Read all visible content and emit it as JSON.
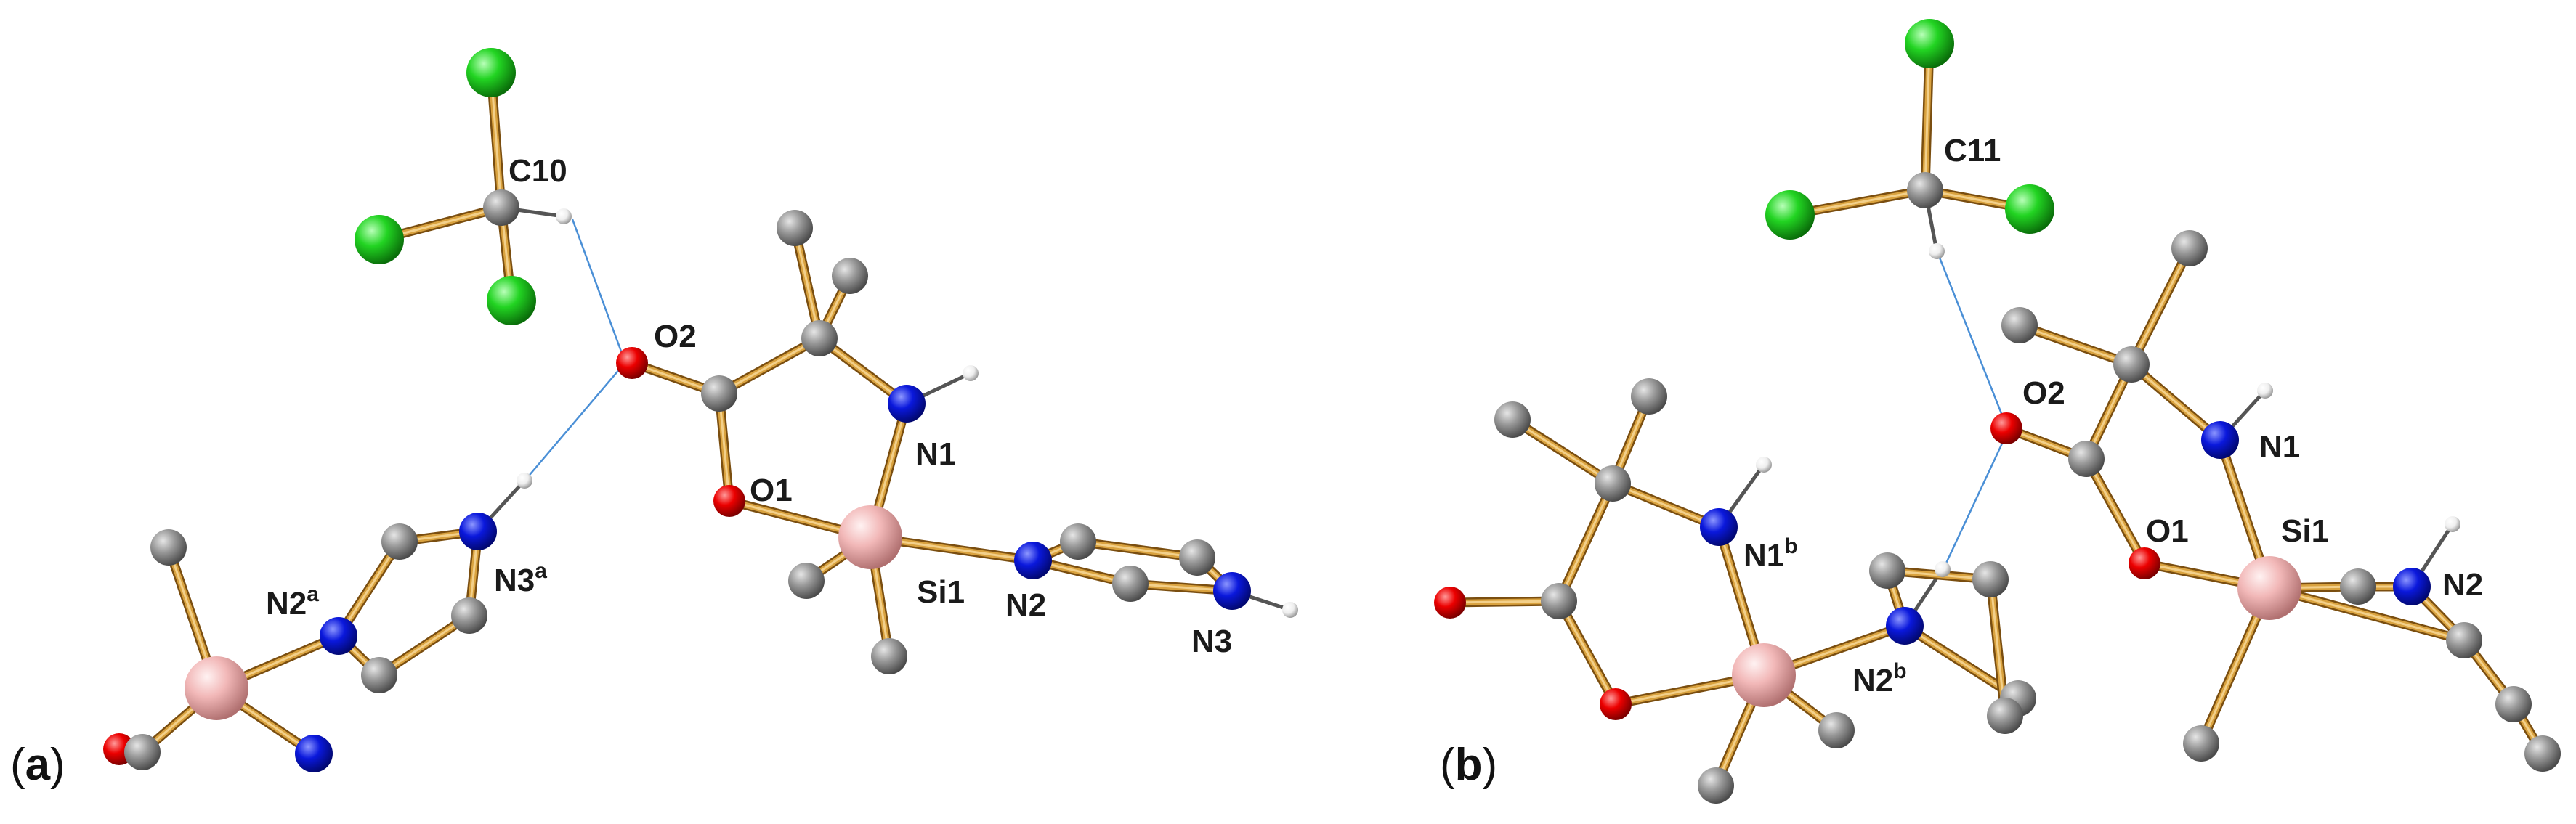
{
  "colors": {
    "carbon": "#8f8f8f",
    "chlorine": "#1ed11e",
    "oxygen": "#e80000",
    "nitrogen": "#0a14d8",
    "silicon": "#f2b8b8",
    "hydrogen": "#f0f0f0",
    "bond": "#d9a23f",
    "bond_dark": "#8a5a12",
    "hbond": "#4a8fd6"
  },
  "panel_a": {
    "label": {
      "open": "(",
      "letter": "a",
      "close": ")"
    },
    "atoms": {
      "C10": {
        "text": "C10"
      },
      "O2": {
        "text": "O2"
      },
      "O1": {
        "text": "O1"
      },
      "N1": {
        "text": "N1"
      },
      "Si1": {
        "text": "Si1"
      },
      "N2": {
        "text": "N2"
      },
      "N3": {
        "text": "N3"
      },
      "N2a": {
        "text": "N2",
        "sup": "a"
      },
      "N3a": {
        "text": "N3",
        "sup": "a"
      }
    }
  },
  "panel_b": {
    "label": {
      "open": "(",
      "letter": "b",
      "close": ")"
    },
    "atoms": {
      "C11": {
        "text": "C11"
      },
      "O2": {
        "text": "O2"
      },
      "O1": {
        "text": "O1"
      },
      "N1": {
        "text": "N1"
      },
      "Si1": {
        "text": "Si1"
      },
      "N2": {
        "text": "N2"
      },
      "N1b": {
        "text": "N1",
        "sup": "b"
      },
      "N2b": {
        "text": "N2",
        "sup": "b"
      }
    }
  }
}
